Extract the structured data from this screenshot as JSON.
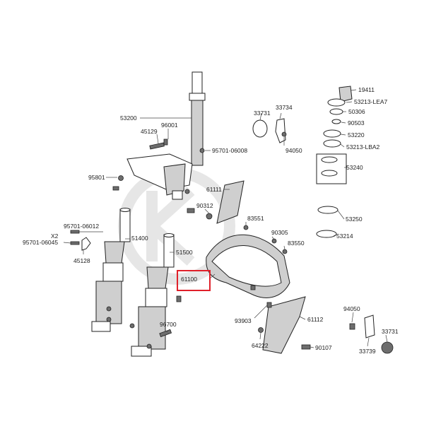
{
  "labels": {
    "p19411": "19411",
    "p53213_lea7": "53213-LEA7",
    "p50306": "50306",
    "p90503": "90503",
    "p53220": "53220",
    "p53213_lba2": "53213-LBA2",
    "p53240": "53240",
    "p33734": "33734",
    "p33731_top": "33731",
    "p94050_top": "94050",
    "p53200": "53200",
    "p96001": "96001",
    "p45129": "45129",
    "p95701_06008": "95701-06008",
    "p95801": "95801",
    "p61111": "61111",
    "p90312": "90312",
    "p83551": "83551",
    "p95701_06012": "95701-06012",
    "x2": "X2",
    "p95701_06045": "95701-06045",
    "p51400": "51400",
    "p51500": "51500",
    "p45128": "45128",
    "p90305": "90305",
    "p83550": "83550",
    "p61100": "61100",
    "p53250": "53250",
    "p53214": "53214",
    "p93903": "93903",
    "p61112": "61112",
    "p96700": "96700",
    "p64222": "64222",
    "p90107": "90107",
    "p94050_bot": "94050",
    "p33731_bot": "33731",
    "p33739": "33739"
  },
  "colors": {
    "highlight": "#e0202a",
    "watermark": "#e6e6e6"
  }
}
